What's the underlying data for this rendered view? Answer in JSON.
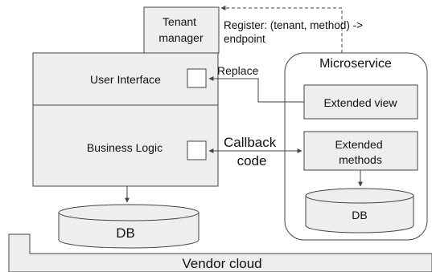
{
  "colors": {
    "box_fill": "#eeeeee",
    "stroke": "#444444",
    "background": "#ffffff",
    "text": "#111111"
  },
  "labels": {
    "tenant_manager": [
      "Tenant",
      "manager"
    ],
    "register": [
      "Register: (tenant, method) ->",
      "endpoint"
    ],
    "microservice": "Microservice",
    "user_interface": "User Interface",
    "replace": "Replace",
    "extended_view": "Extended view",
    "business_logic": "Business Logic",
    "callback": [
      "Callback",
      "code"
    ],
    "extended_methods": [
      "Extended",
      "methods"
    ],
    "db_main": "DB",
    "db_micro": "DB",
    "vendor_cloud": "Vendor cloud"
  }
}
